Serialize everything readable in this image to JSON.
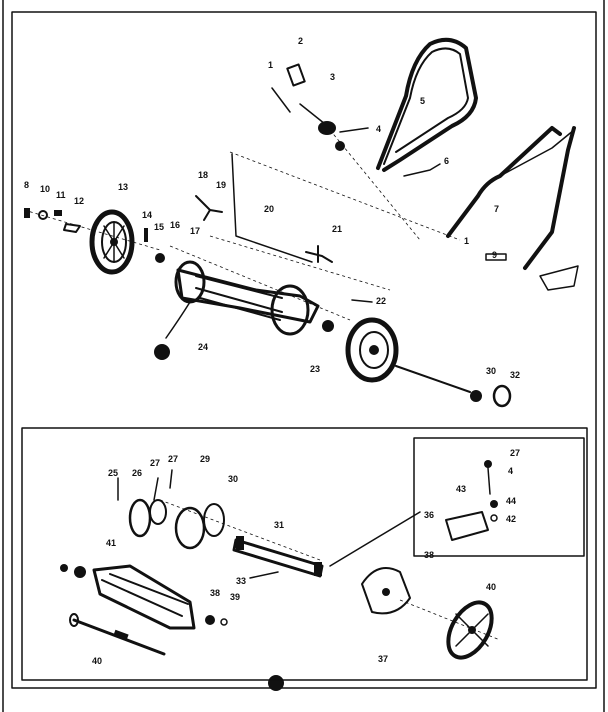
{
  "upper_labels": [
    "1",
    "2",
    "3",
    "4",
    "5",
    "6",
    "7",
    "1",
    "8",
    "10",
    "11",
    "12",
    "13",
    "14",
    "15",
    "16",
    "17",
    "18",
    "19",
    "20",
    "21",
    "22",
    "23",
    "24",
    "30",
    "32",
    "9"
  ],
  "lower_labels": [
    "25",
    "26",
    "27",
    "27",
    "29",
    "30",
    "41",
    "31",
    "33",
    "38",
    "39",
    "40",
    "36",
    "37",
    "38",
    "27",
    "4",
    "43",
    "44",
    "42",
    "40"
  ]
}
